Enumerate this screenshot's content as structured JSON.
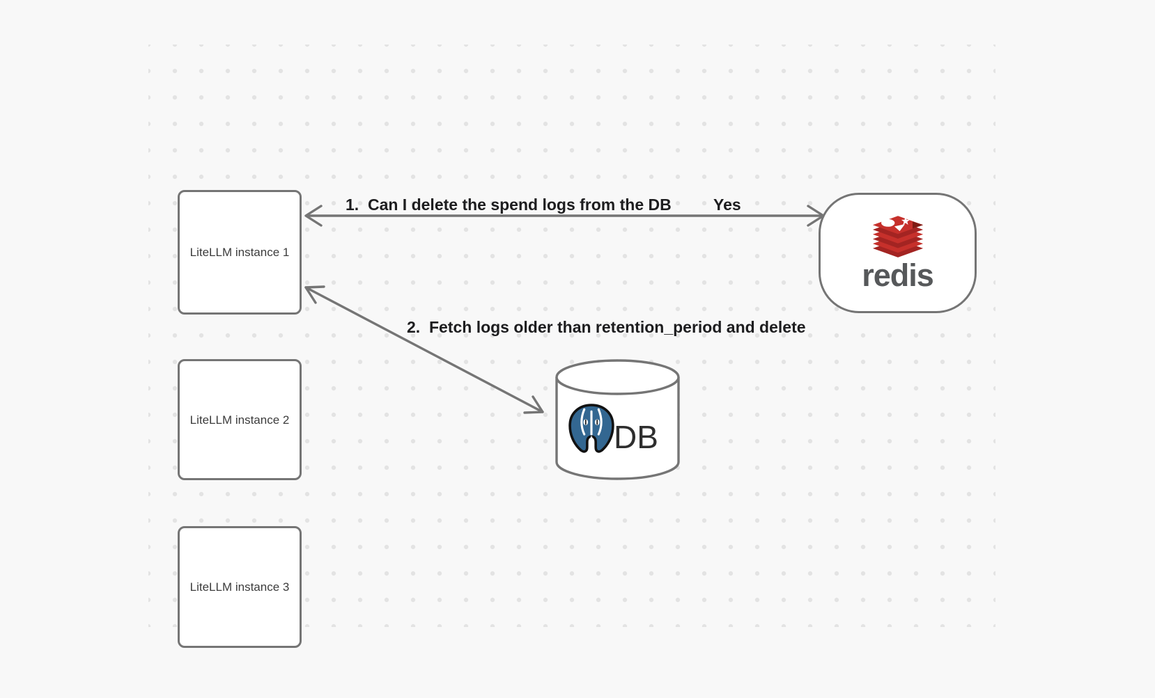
{
  "nodes": {
    "instances": [
      {
        "label": "LiteLLM instance 1"
      },
      {
        "label": "LiteLLM instance 2"
      },
      {
        "label": "LiteLLM instance 3"
      }
    ],
    "redis": {
      "wordmark": "redis"
    },
    "database": {
      "label": "DB"
    }
  },
  "edges": {
    "redis_query": {
      "label": "1.  Can I delete the spend logs from the DB",
      "response": "Yes"
    },
    "db_fetch": {
      "label": "2.  Fetch logs older than retention_period and delete"
    }
  },
  "icons": {
    "redis_logo": "redis-stack-logo",
    "postgres_logo": "postgresql-elephant-logo",
    "database_shape": "cylinder"
  },
  "colors": {
    "background": "#f8f8f8",
    "grid_dot": "#e3e3e3",
    "stroke": "#757575",
    "node_fill": "#ffffff",
    "node_text": "#3c3c3c",
    "edge_label_text": "#1d1d1f",
    "redis_red": "#c6302b",
    "redis_dark_red": "#a32422",
    "redis_maroon": "#7e1a12",
    "redis_wordmark_gray": "#56585a",
    "postgres_blue": "#336791"
  }
}
